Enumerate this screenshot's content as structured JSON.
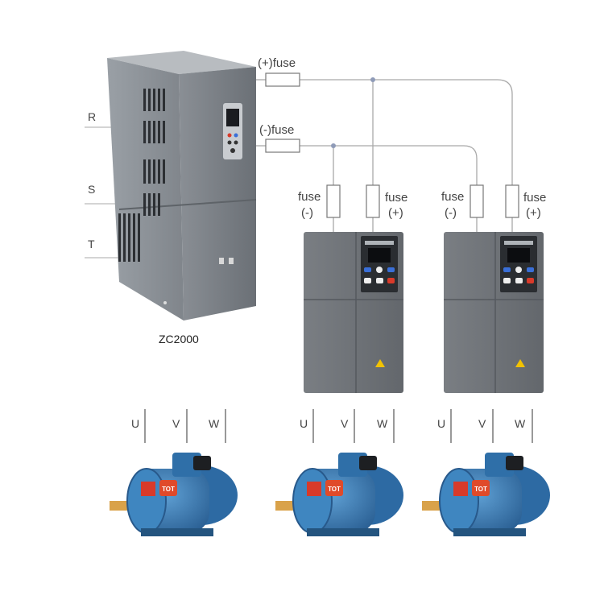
{
  "main_unit": {
    "model": "ZC2000"
  },
  "input_phases": [
    "R",
    "S",
    "T"
  ],
  "dc_bus_fuses": [
    {
      "label": "(+)fuse"
    },
    {
      "label": "(-)fuse"
    }
  ],
  "drives": [
    {
      "fuse_neg": {
        "word": "fuse",
        "polarity": "(-)"
      },
      "fuse_pos": {
        "word": "fuse",
        "polarity": "(+)"
      }
    },
    {
      "fuse_neg": {
        "word": "fuse",
        "polarity": "(-)"
      },
      "fuse_pos": {
        "word": "fuse",
        "polarity": "(+)"
      }
    }
  ],
  "motors": [
    {
      "terminals": [
        "U",
        "V",
        "W"
      ]
    },
    {
      "terminals": [
        "U",
        "V",
        "W"
      ]
    },
    {
      "terminals": [
        "U",
        "V",
        "W"
      ]
    }
  ],
  "motor_badge": "TOT",
  "colors": {
    "wire": "#a9a9a9",
    "enclosure": "#7b8087",
    "drive_body": "#6e7277",
    "motor_blue": "#3a7fb8",
    "warning": "#f2c200",
    "keypad_red": "#d83a2a",
    "keypad_blue": "#3a6fd8"
  }
}
